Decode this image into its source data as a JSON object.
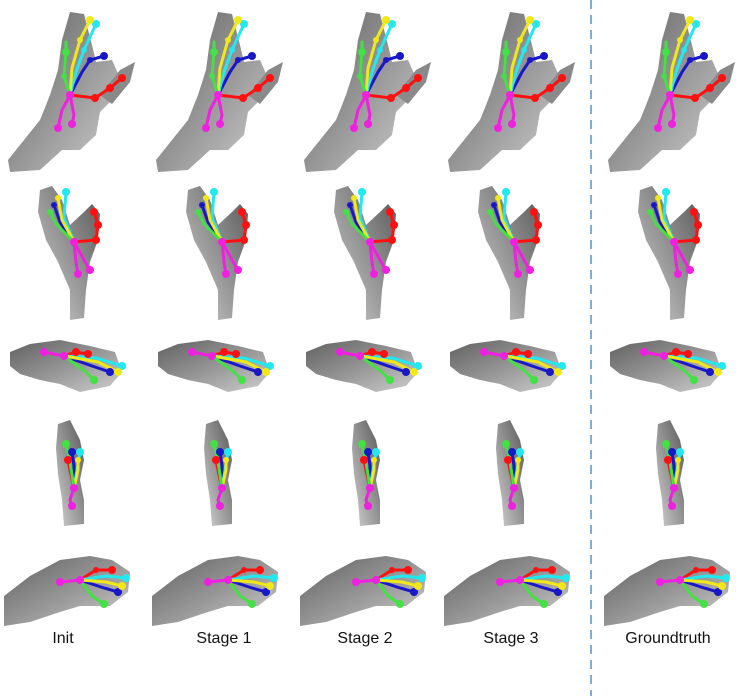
{
  "figure": {
    "columns": [
      {
        "label": "Init"
      },
      {
        "label": "Stage 1"
      },
      {
        "label": "Stage 2"
      },
      {
        "label": "Stage 3"
      },
      {
        "label": "Groundtruth"
      }
    ],
    "rows": 5,
    "finger_colors": {
      "thumb": "#ff1010",
      "index": "#1818c8",
      "middle": "#22e8f0",
      "ring": "#f0e818",
      "pinky": "#44e044",
      "palm": "#f020e0"
    },
    "separator_color": "#5b9bd5"
  }
}
